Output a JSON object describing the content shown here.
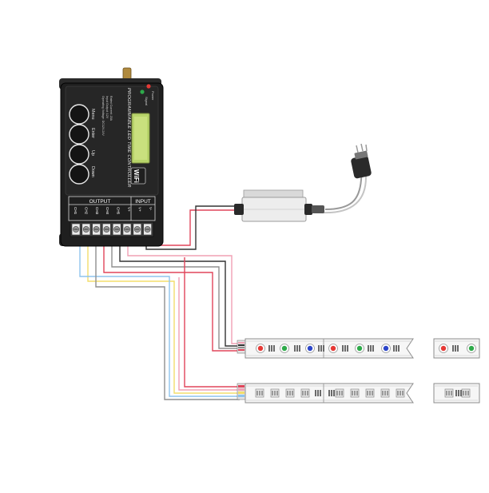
{
  "controller": {
    "product_name": "PROGRAMMABLE LED TIME CONTROLLER",
    "wifi_label": "WiFi",
    "power_led_label": "Power",
    "signal_led_label": "Signal",
    "spec_lines": [
      "Rated Current: 20A",
      "Input Output: 12V",
      "Operating Voltage: DC12V-24V"
    ],
    "buttons": [
      "Menu",
      "Enter",
      "Up",
      "Down"
    ],
    "output_header": "OUTPUT",
    "input_header": "INPUT",
    "output_channels": [
      "CH1",
      "CH2",
      "CH3",
      "CH4",
      "CH5",
      "V+"
    ],
    "input_terminals": [
      "V+",
      "V-"
    ]
  },
  "colors": {
    "body": "#1f1f1f",
    "lcd": "#b8d46a",
    "wire_red": "#e0455a",
    "wire_pink": "#f1a0b4",
    "wire_black": "#333333",
    "wire_gray": "#8f8f8f",
    "wire_yellow": "#f3dd6b",
    "wire_blue": "#8ec4ee",
    "led_red": "#e53935",
    "led_green": "#2eaa4a",
    "led_blue": "#2b45c9"
  },
  "icons": {
    "antenna": "antenna-icon",
    "power_led": "red-led-icon",
    "signal_led": "green-led-icon",
    "plug": "dc-plug-icon"
  }
}
